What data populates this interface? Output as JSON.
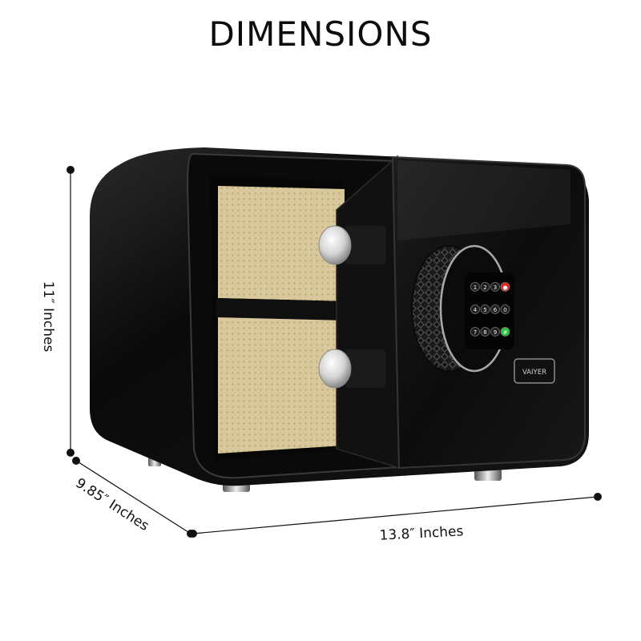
{
  "title": "DIMENSIONS",
  "dimensions": {
    "height": "11″ Inches",
    "depth": "9.85″ Inches",
    "width": "13.8″ Inches"
  },
  "safe": {
    "brand": "VAIYER",
    "keypad_keys": [
      "1",
      "2",
      "3",
      "●",
      "4",
      "5",
      "6",
      "0",
      "7",
      "8",
      "9",
      "#"
    ],
    "colors": {
      "body": "#0b0b0b",
      "interior_lining": "#d8c79a",
      "cancel_key": "#e0231c",
      "confirm_key": "#29c23c"
    }
  }
}
